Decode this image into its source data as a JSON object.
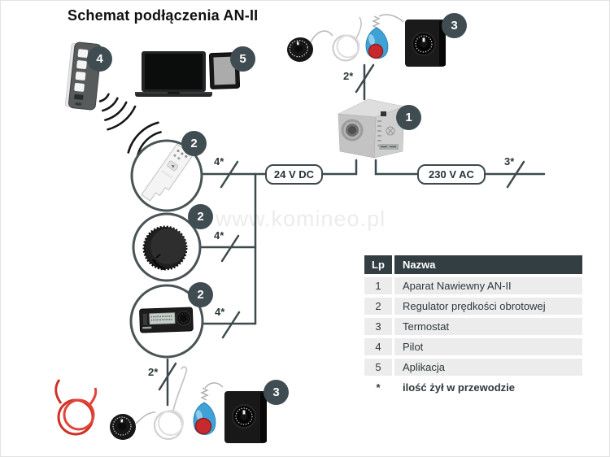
{
  "title": "Schemat podłączenia AN-II",
  "watermark": "www.komineo.pl",
  "badges": {
    "unit": "1",
    "regulator": "2",
    "thermostat": "3",
    "pilot": "4",
    "app": "5"
  },
  "wire_labels": {
    "dc": "24 V DC",
    "ac": "230 V AC"
  },
  "core_counts": {
    "two": "2*",
    "three": "3*",
    "four": "4*"
  },
  "legend_table": {
    "header": {
      "lp": "Lp",
      "name": "Nazwa"
    },
    "rows": [
      {
        "lp": "1",
        "name": "Aparat Nawiewny AN-II"
      },
      {
        "lp": "2",
        "name": "Regulator prędkości obrotowej"
      },
      {
        "lp": "3",
        "name": "Termostat"
      },
      {
        "lp": "4",
        "name": "Pilot"
      },
      {
        "lp": "5",
        "name": "Aplikacja"
      }
    ],
    "footnote": {
      "mark": "*",
      "text": "ilość żył w przewodzie"
    }
  },
  "colors": {
    "accent_badge": "#3f4c52",
    "wire_line": "#3d4a4d",
    "table_header_bg": "#333e43",
    "table_row_bg": "#ececec"
  }
}
